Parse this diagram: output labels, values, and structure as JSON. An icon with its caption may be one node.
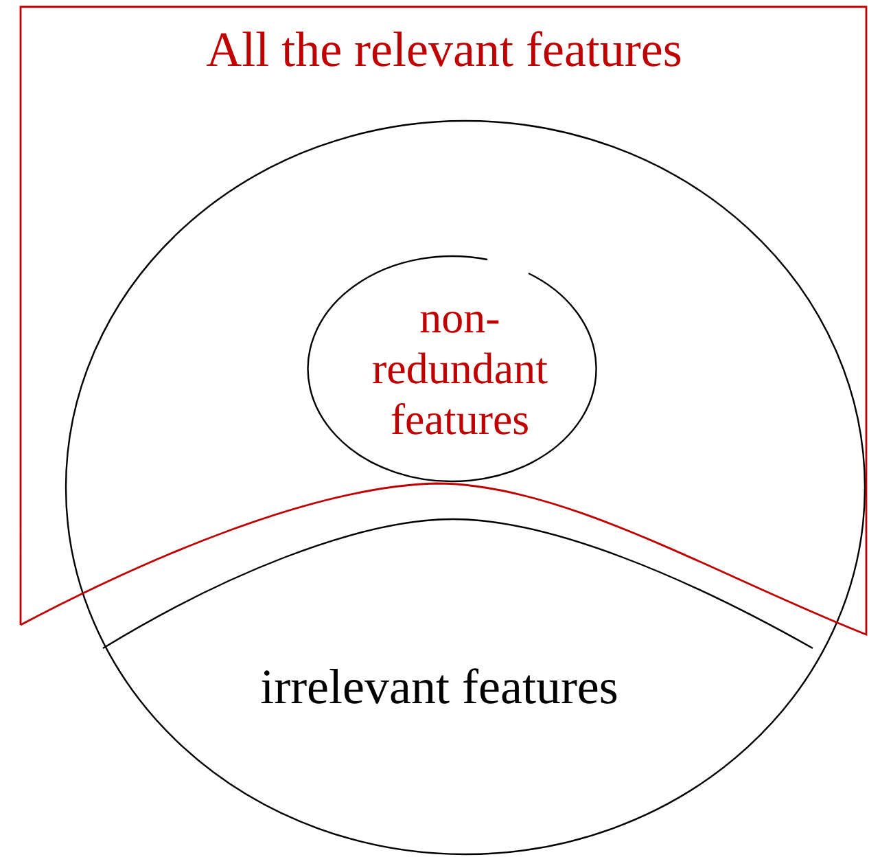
{
  "diagram": {
    "nodes": [
      {
        "text": [
          "All the relevant features"
        ]
      },
      {
        "text": [
          "non-redundant features"
        ],
        "in": 0
      },
      {
        "text": [
          "irrelevant features"
        ]
      }
    ],
    "edges": []
  }
}
